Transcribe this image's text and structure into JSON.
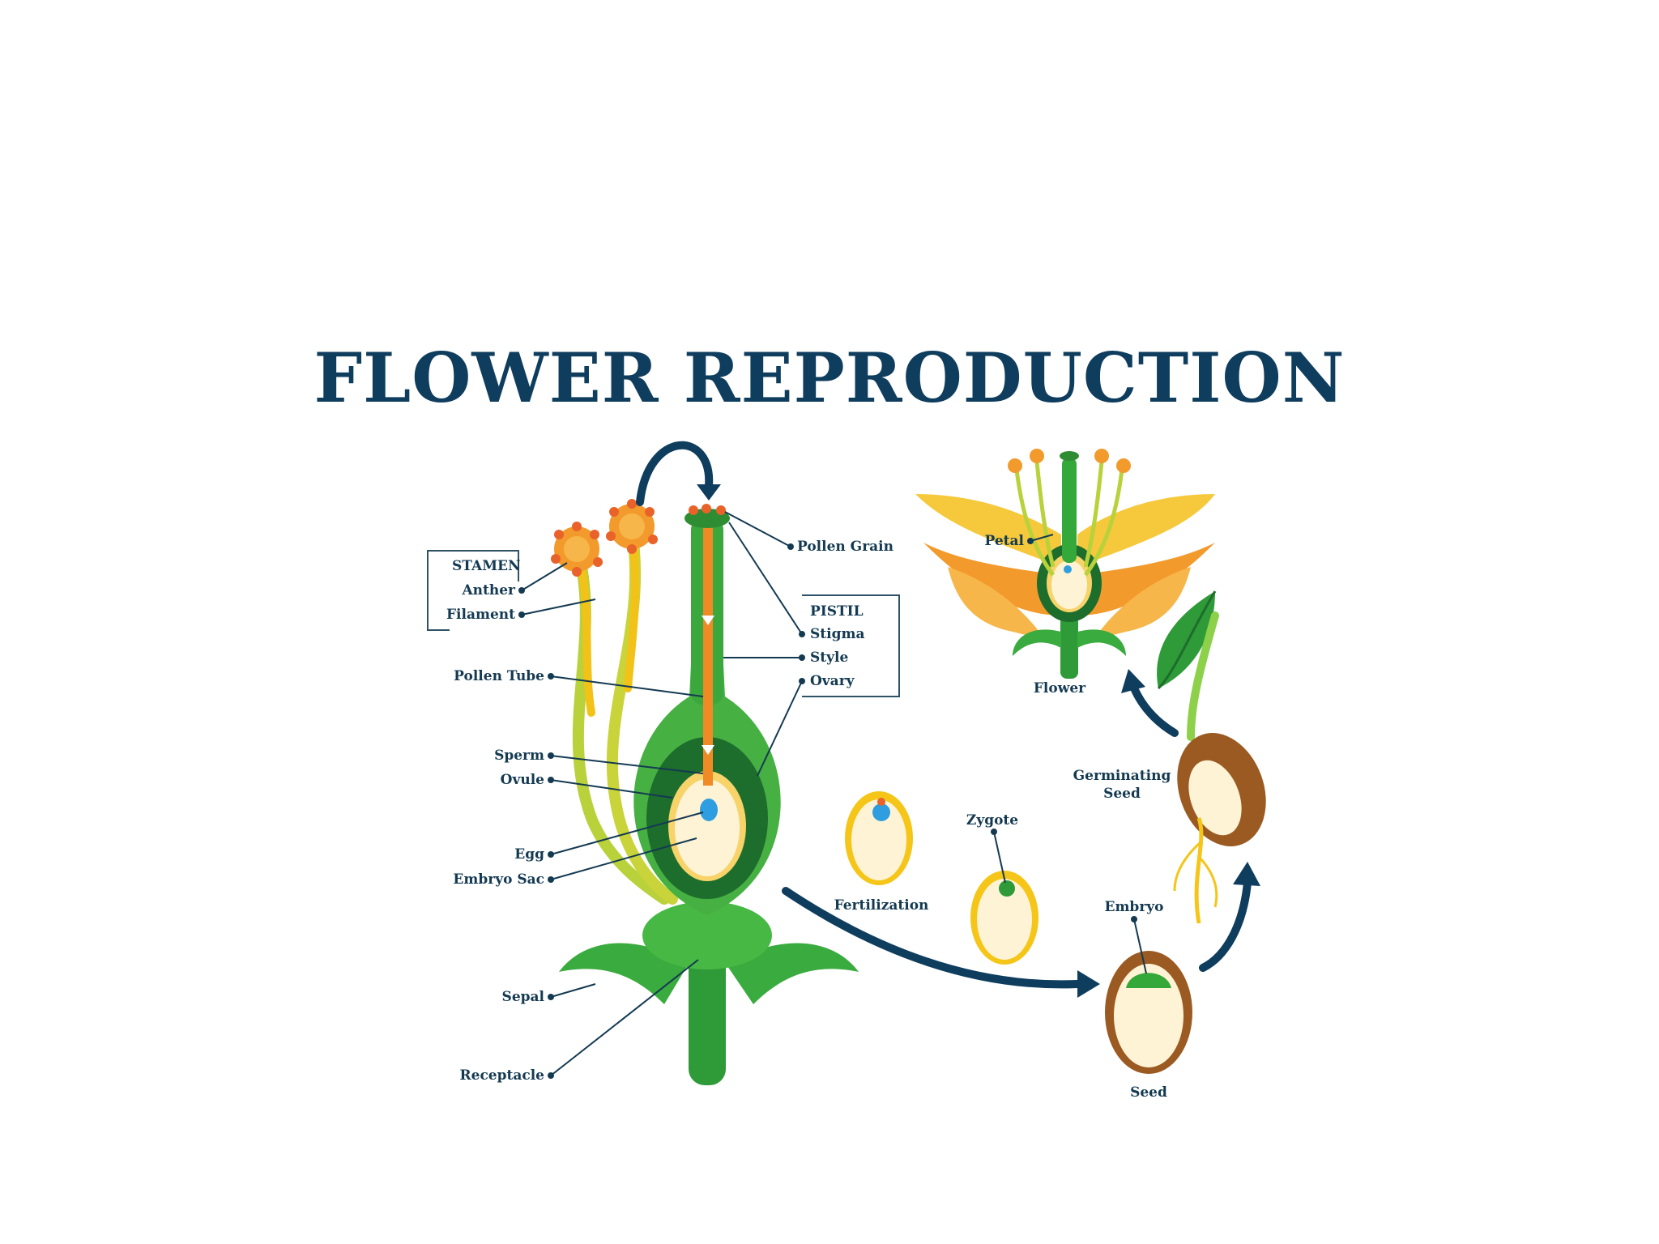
{
  "title": "FLOWER REPRODUCTION",
  "stamen": {
    "heading": "STAMEN",
    "anther": "Anther",
    "filament": "Filament"
  },
  "pistil": {
    "heading": "PISTIL",
    "stigma": "Stigma",
    "style": "Style",
    "ovary": "Ovary"
  },
  "labels": {
    "pollen_grain": "Pollen Grain",
    "pollen_tube": "Pollen Tube",
    "sperm": "Sperm",
    "ovule": "Ovule",
    "egg": "Egg",
    "embryo_sac": "Embryo Sac",
    "sepal": "Sepal",
    "receptacle": "Receptacle",
    "petal": "Petal",
    "flower": "Flower",
    "germinating_seed_line1": "Germinating",
    "germinating_seed_line2": "Seed",
    "fertilization": "Fertilization",
    "zygote": "Zygote",
    "embryo": "Embryo",
    "seed": "Seed"
  },
  "colors": {
    "title": "#0f3d5e",
    "label": "#143a52",
    "green_dark": "#1e7a2e",
    "green": "#35a83a",
    "green_light": "#8dd04a",
    "orange": "#f08a24",
    "yellow": "#f5c518",
    "brown": "#9a5a22",
    "cream": "#fff3d6",
    "blue": "#2f9ee0"
  }
}
